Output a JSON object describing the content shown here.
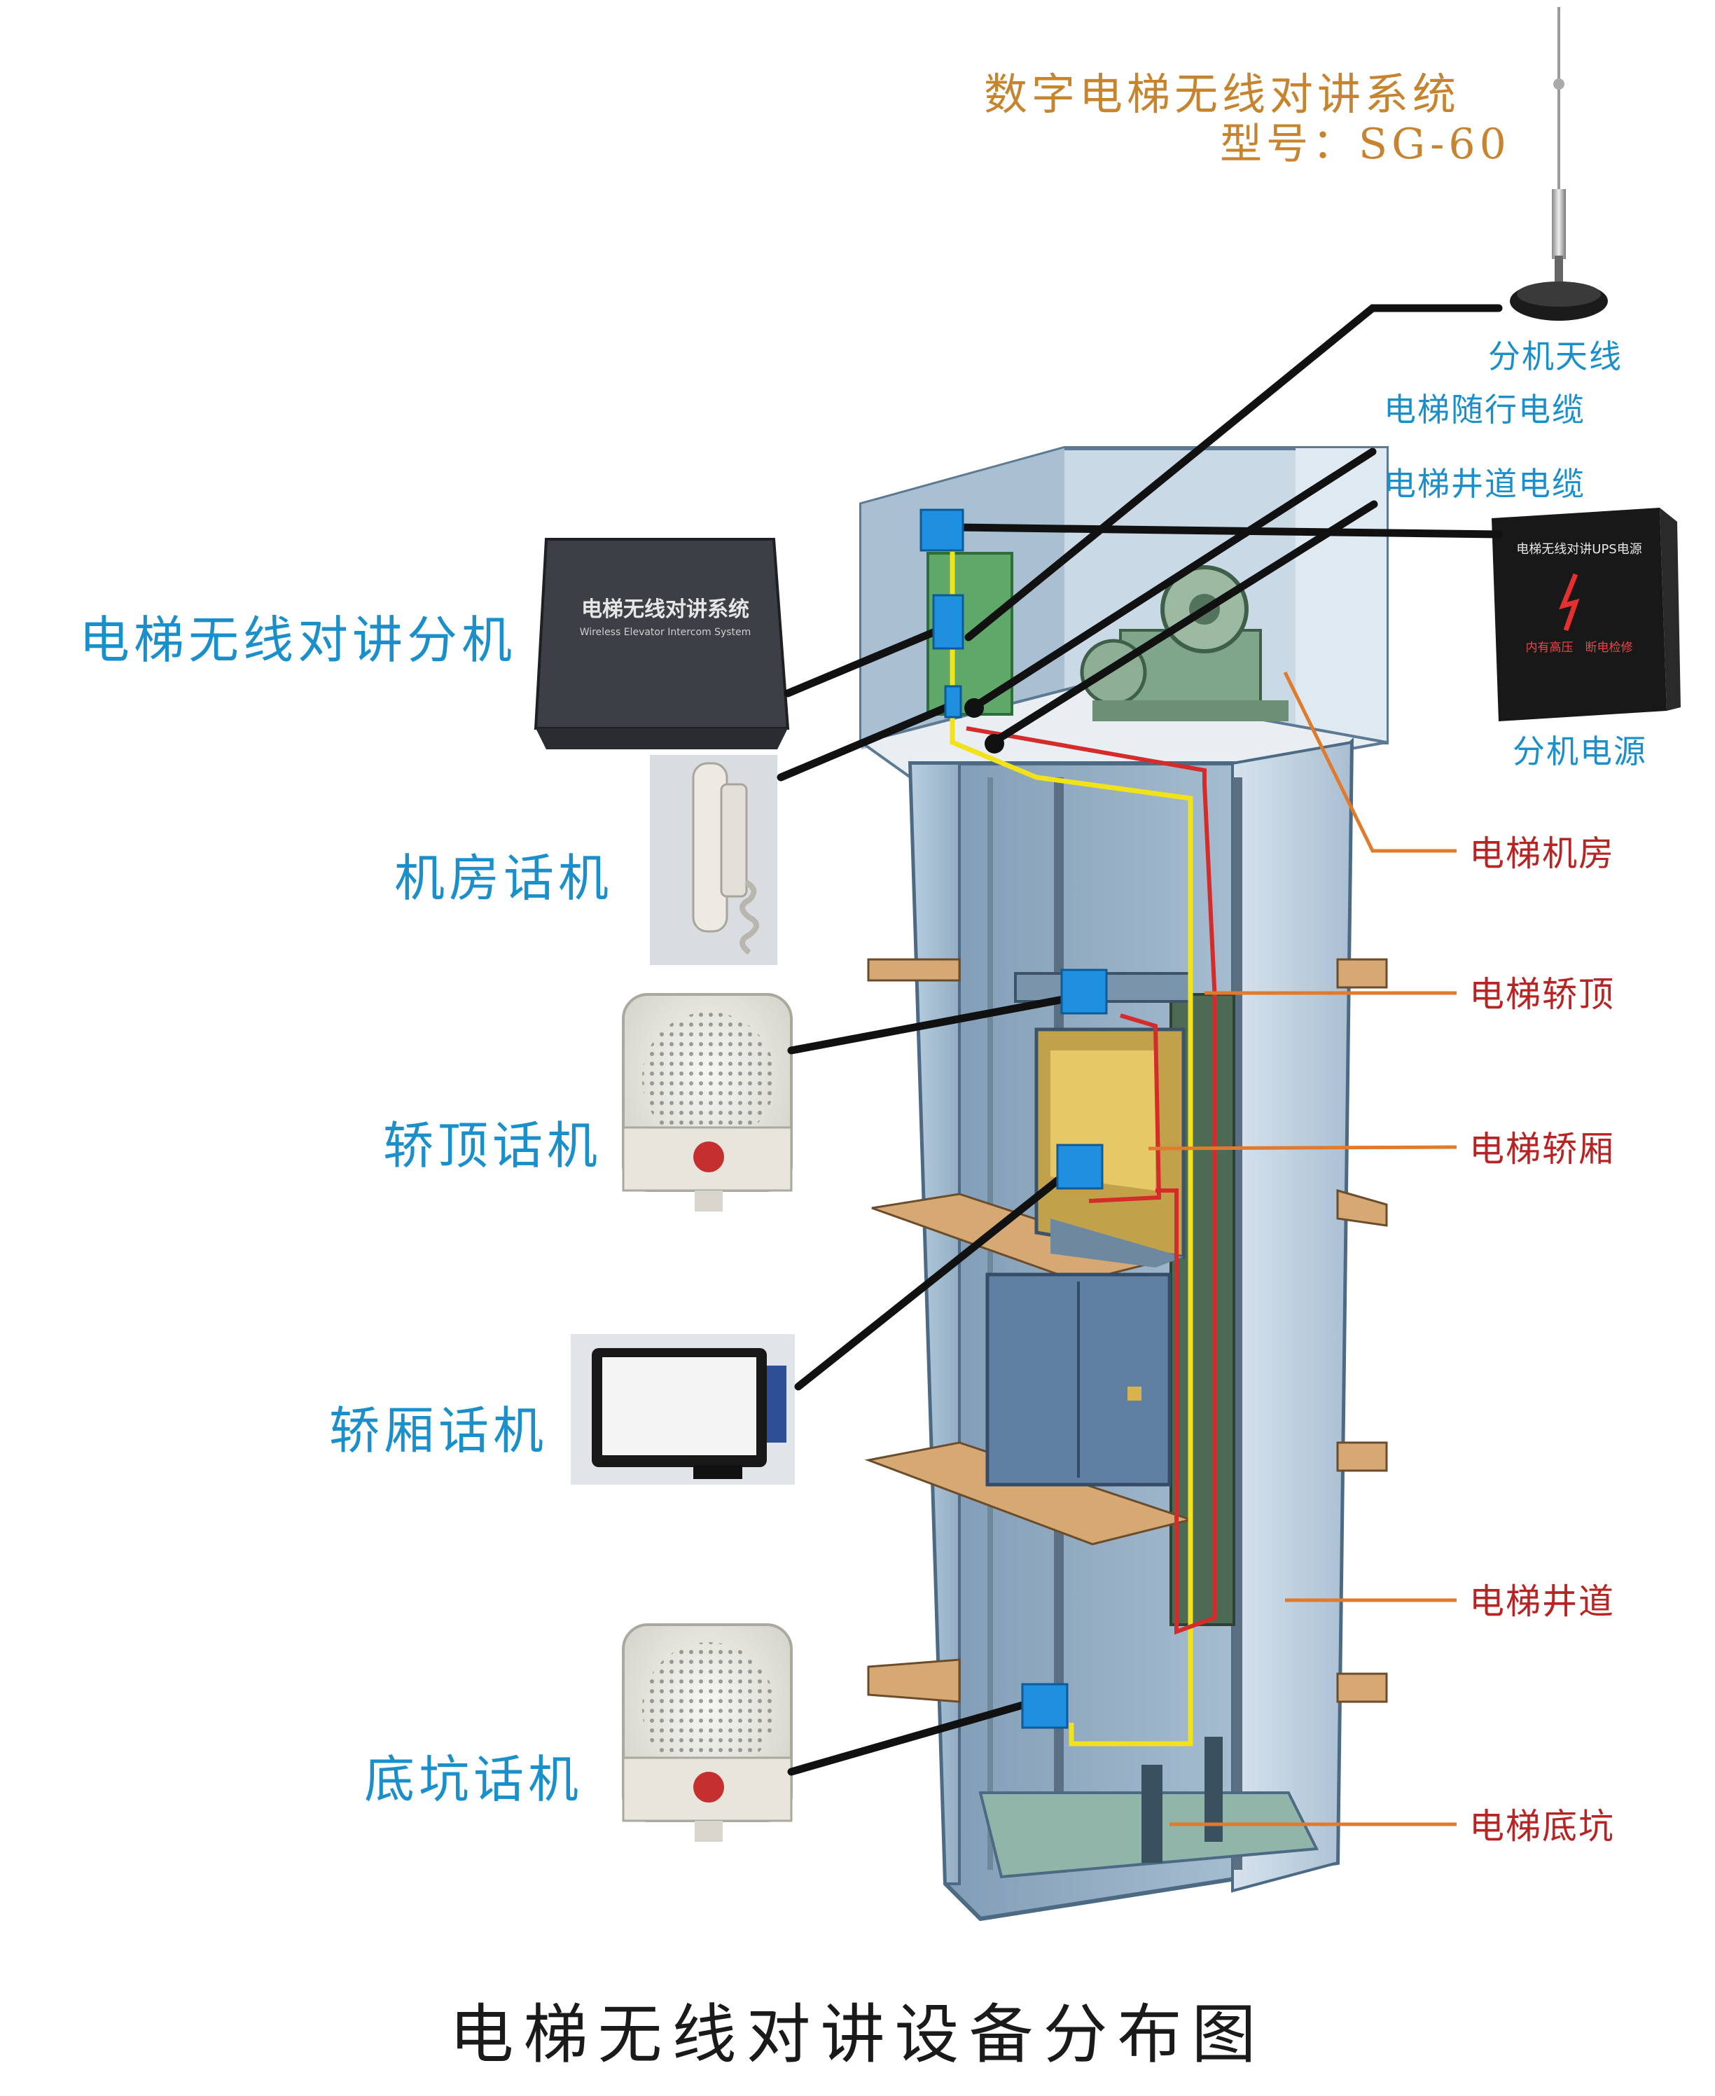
{
  "header": {
    "system_name": "数字电梯无线对讲系统",
    "model": "型号：SG-60"
  },
  "devices": {
    "antenna": "分机天线",
    "travel_cable": "电梯随行电缆",
    "shaft_cable": "电梯井道电缆",
    "power_supply": "分机电源",
    "power_box_title": "电梯无线对讲UPS电源",
    "power_box_warning": "内有高压　断电检修",
    "intercom_unit": "电梯无线对讲分机",
    "intercom_box_text": "电梯无线对讲系统",
    "intercom_box_subtext": "Wireless Elevator Intercom System",
    "machine_room_phone": "机房话机",
    "car_top_phone": "轿顶话机",
    "car_phone": "轿厢话机",
    "pit_phone": "底坑话机"
  },
  "parts": {
    "machine_room": "电梯机房",
    "car_top": "电梯轿顶",
    "car": "电梯轿厢",
    "shaft": "电梯井道",
    "pit": "电梯底坑"
  },
  "footer": {
    "caption": "电梯无线对讲设备分布图"
  },
  "colors": {
    "label_blue": "#1a8fc9",
    "label_red": "#b82323",
    "header_orange": "#c7842f",
    "connector_blue": "#1f8fe0",
    "leader_orange": "#e07a2c",
    "cable_yellow": "#f2e21a",
    "cable_red": "#d42b2b"
  }
}
